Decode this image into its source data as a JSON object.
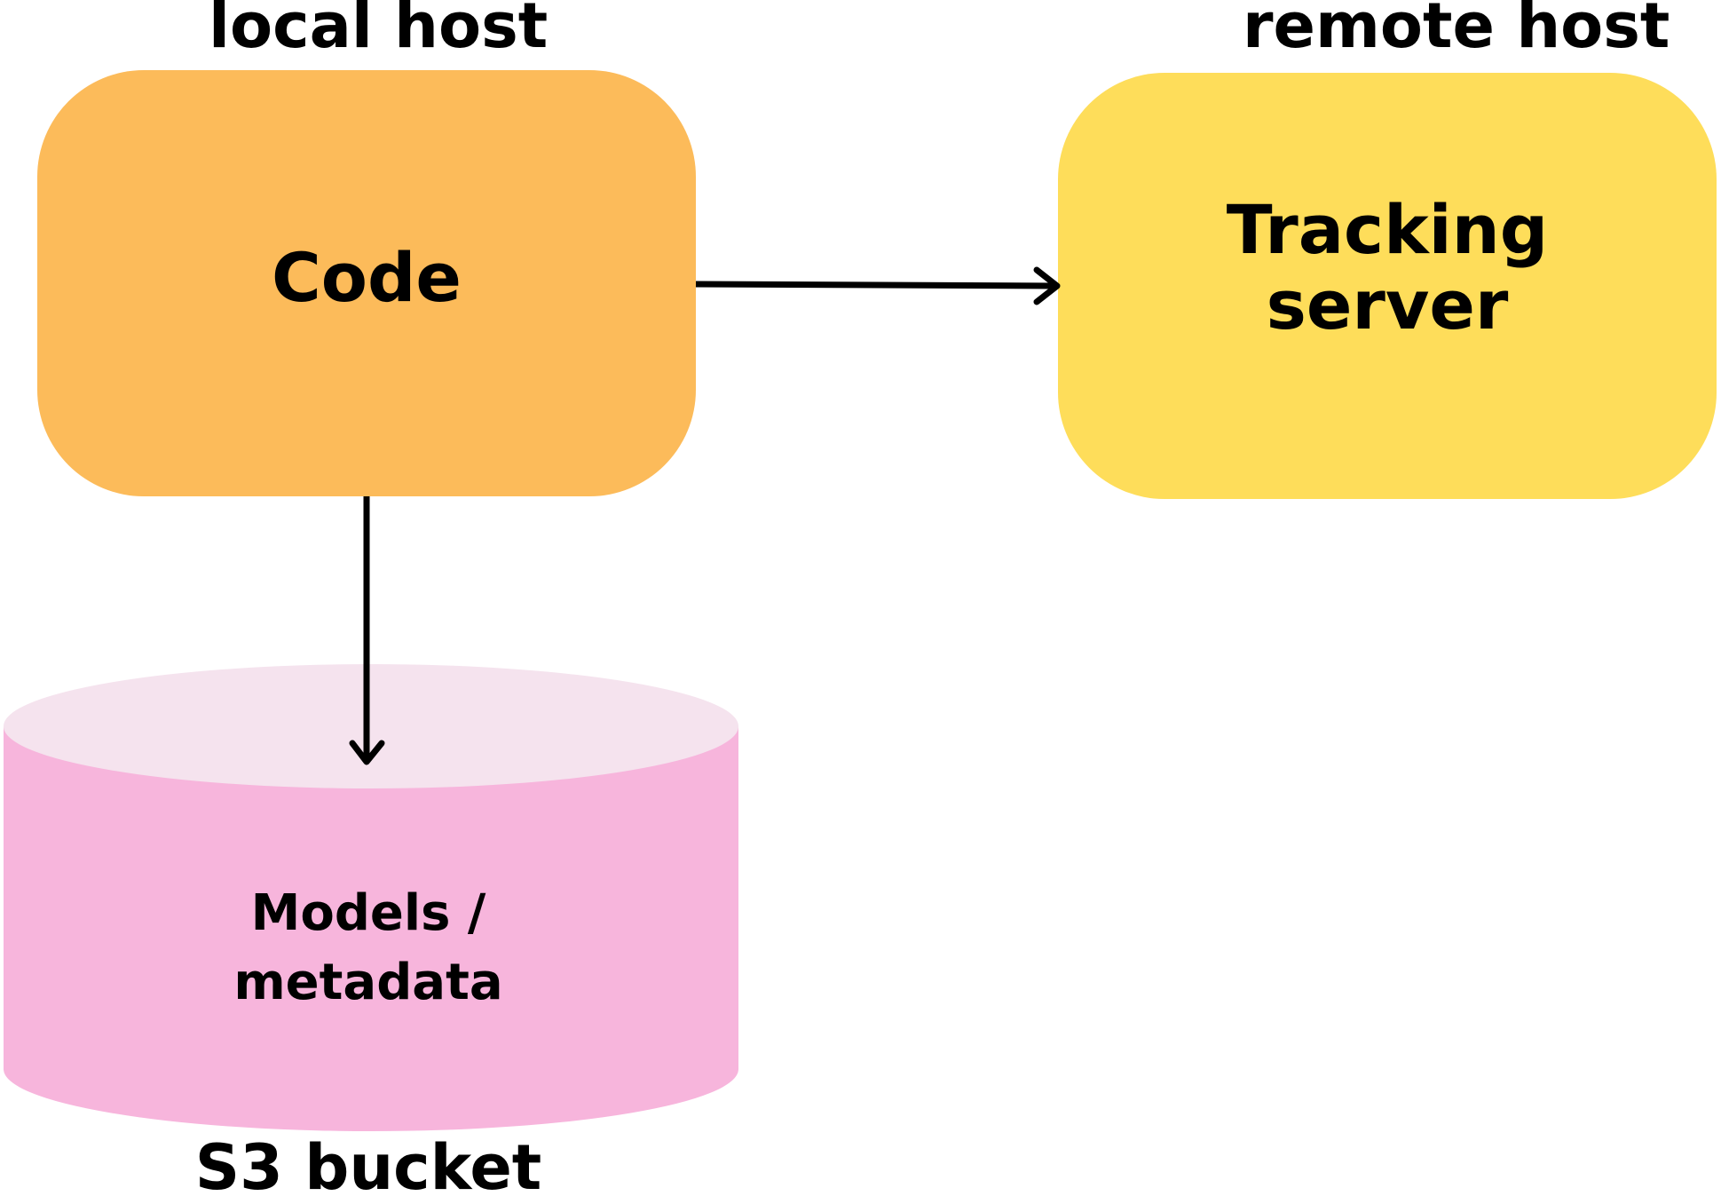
{
  "labels": {
    "local_host": "local host",
    "remote_host": "remote host",
    "s3_bucket": "S3 bucket"
  },
  "nodes": {
    "code": {
      "label": "Code",
      "color": "#fcbb5a"
    },
    "tracking_server": {
      "label": "Tracking server",
      "color": "#fedd5a"
    },
    "storage": {
      "label": "Models / metadata",
      "body_color": "#f7b5dc",
      "top_color": "#f5e3ee"
    }
  },
  "edges": [
    {
      "from": "code",
      "to": "tracking_server"
    },
    {
      "from": "code",
      "to": "storage"
    }
  ]
}
